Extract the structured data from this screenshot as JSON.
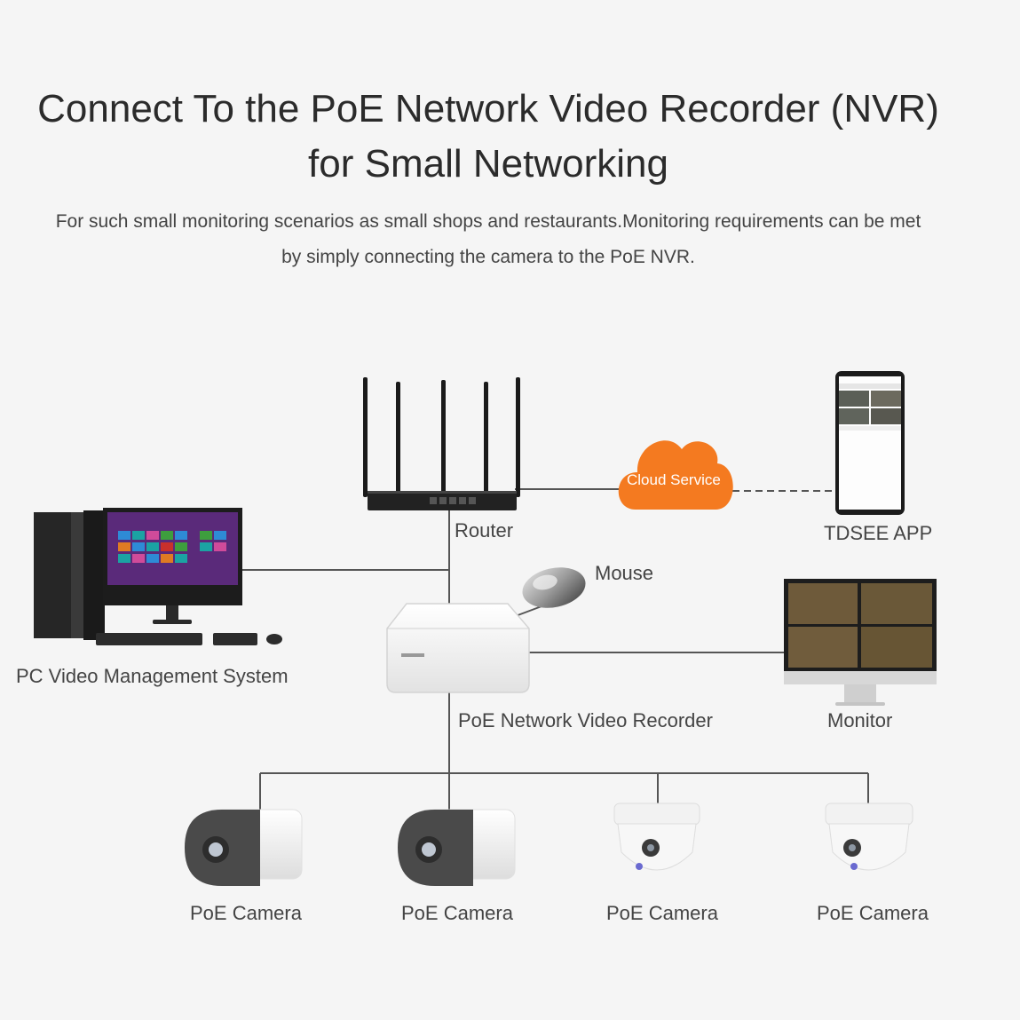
{
  "header": {
    "title_line1": "Connect To the PoE Network Video Recorder (NVR)",
    "title_line2": "for Small Networking",
    "desc_line1": "For such small monitoring scenarios as small shops and restaurants.Monitoring requirements can be met",
    "desc_line2": "by simply connecting the camera to the PoE NVR."
  },
  "nodes": {
    "router": "Router",
    "cloud": "Cloud Service",
    "app": "TDSEE APP",
    "pc": "PC Video Management System",
    "mouse": "Mouse",
    "nvr": "PoE Network Video Recorder",
    "monitor": "Monitor",
    "cameras": [
      "PoE Camera",
      "PoE Camera",
      "PoE Camera",
      "PoE Camera"
    ]
  },
  "colors": {
    "cloud": "#f47a20",
    "line": "#555555",
    "background": "#f5f5f5"
  },
  "icons": [
    "router-icon",
    "cloud-icon",
    "phone-icon",
    "pc-icon",
    "mouse-icon",
    "nvr-icon",
    "monitor-icon",
    "bullet-camera-icon",
    "dome-camera-icon"
  ]
}
